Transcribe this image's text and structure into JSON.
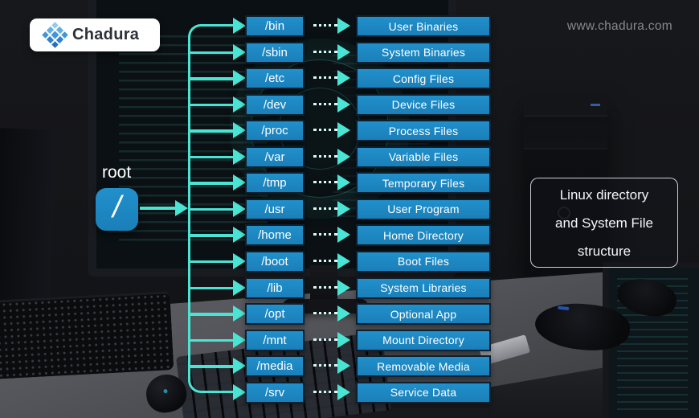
{
  "brand": {
    "name": "Chadura",
    "website": "www.chadura.com",
    "logo_icon": "diamond-grid-icon"
  },
  "root": {
    "label": "root",
    "symbol": "/"
  },
  "rows": [
    {
      "dir": "/bin",
      "desc": "User Binaries"
    },
    {
      "dir": "/sbin",
      "desc": "System Binaries"
    },
    {
      "dir": "/etc",
      "desc": "Config Files"
    },
    {
      "dir": "/dev",
      "desc": "Device Files"
    },
    {
      "dir": "/proc",
      "desc": "Process Files"
    },
    {
      "dir": "/var",
      "desc": "Variable Files"
    },
    {
      "dir": "/tmp",
      "desc": "Temporary Files"
    },
    {
      "dir": "/usr",
      "desc": "User Program"
    },
    {
      "dir": "/home",
      "desc": "Home Directory"
    },
    {
      "dir": "/boot",
      "desc": "Boot Files"
    },
    {
      "dir": "/lib",
      "desc": "System Libraries"
    },
    {
      "dir": "/opt",
      "desc": "Optional App"
    },
    {
      "dir": "/mnt",
      "desc": "Mount Directory"
    },
    {
      "dir": "/media",
      "desc": "Removable Media"
    },
    {
      "dir": "/srv",
      "desc": "Service Data"
    }
  ],
  "caption": {
    "lines": [
      "Linux directory",
      "and System File",
      "structure"
    ]
  },
  "colors": {
    "box_blue": "#1e88c3",
    "box_border": "#0b2030",
    "accent_cyan": "#4ae4d4",
    "dotted_cyan": "#d6fbf4",
    "logo_blue": "#3f97da",
    "background_dark": "#141518",
    "desk_gray": "#55565b",
    "text_white": "#ffffff",
    "website_gray": "#87898d"
  }
}
